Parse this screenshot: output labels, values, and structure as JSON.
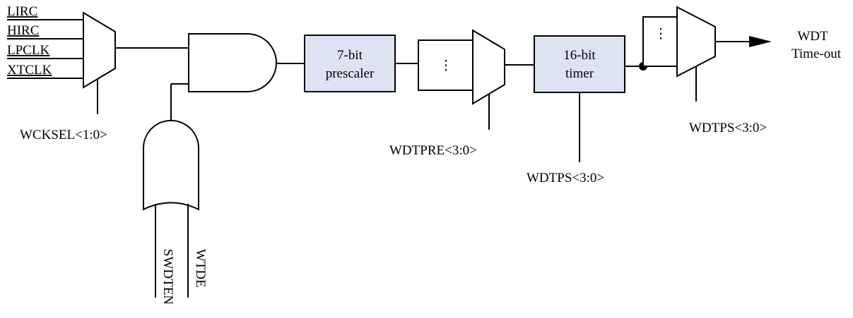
{
  "diagram": {
    "clock_inputs": [
      "LIRC",
      "HIRC",
      "LPCLK",
      "XTCLK"
    ],
    "clock_select": "WCKSEL<1:0>",
    "or_inputs": [
      "SWDTEN",
      "WTDE"
    ],
    "prescaler": {
      "line1": "7-bit",
      "line2": "prescaler"
    },
    "prescaler_mux_select": "WDTPRE<3:0>",
    "timer": {
      "line1": "16-bit",
      "line2": "timer"
    },
    "timer_select": "WDTPS<3:0>",
    "output_mux_select": "WDTPS<3:0>",
    "output": {
      "line1": "WDT",
      "line2": "Time-out"
    },
    "mux_ellipsis": "⋮",
    "colors": {
      "block_fill": "#dde3f3",
      "line": "#000000"
    }
  }
}
